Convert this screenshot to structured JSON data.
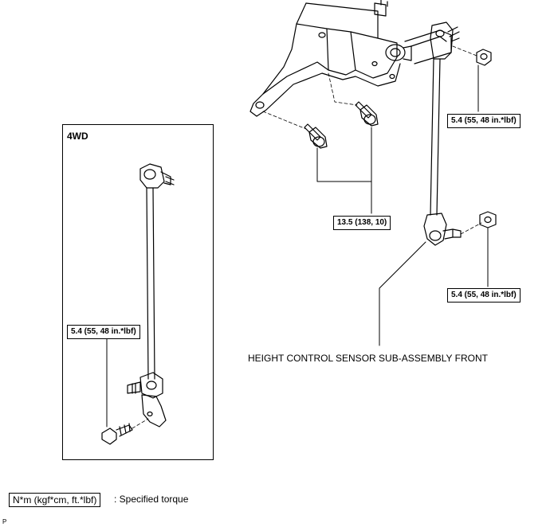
{
  "diagram": {
    "inset_title": "4WD",
    "component_caption": "HEIGHT CONTROL SENSOR SUB-ASSEMBLY FRONT",
    "torque_labels": {
      "nut_upper": "5.4 (55, 48 in.*lbf)",
      "bolts": "13.5 (138, 10)",
      "nut_lower": "5.4 (55, 48 in.*lbf)",
      "inset_bolt": "5.4 (55, 48 in.*lbf)"
    },
    "legend": {
      "unit_box": "N*m (kgf*cm, ft.*lbf)",
      "description": ": Specified torque"
    },
    "corner_code": "P"
  }
}
